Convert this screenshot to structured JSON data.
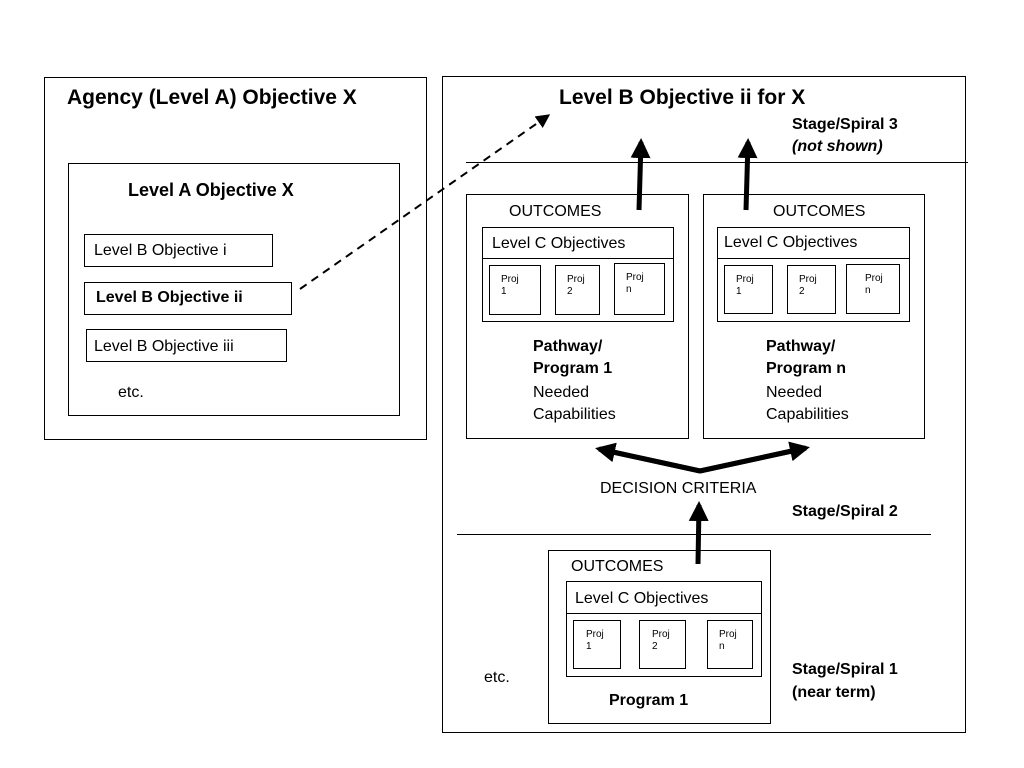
{
  "left_panel": {
    "title": "Agency (Level A) Objective X",
    "inner_title": "Level A Objective X",
    "objectives": [
      "Level B Objective i",
      "Level B Objective ii",
      "Level B Objective iii"
    ],
    "etc": "etc."
  },
  "right_panel": {
    "title": "Level B Objective ii for X",
    "stage3": {
      "label": "Stage/Spiral 3",
      "note": "(not shown)"
    },
    "stage2": {
      "label": "Stage/Spiral 2"
    },
    "stage1": {
      "label": "Stage/Spiral 1",
      "note": "(near term)"
    },
    "decision_criteria": "DECISION CRITERIA",
    "etc": "etc.",
    "pathway1": {
      "outcomes": "OUTCOMES",
      "objectives_label": "Level C Objectives",
      "projects": [
        {
          "line1": "Proj",
          "line2": "1"
        },
        {
          "line1": "Proj",
          "line2": "2"
        },
        {
          "line1": "Proj",
          "line2": "n"
        }
      ],
      "name_line1": "Pathway/",
      "name_line2": "Program 1",
      "needed_line1": "Needed",
      "needed_line2": "Capabilities"
    },
    "pathwayn": {
      "outcomes": "OUTCOMES",
      "objectives_label": "Level C Objectives",
      "projects": [
        {
          "line1": "Proj",
          "line2": "1"
        },
        {
          "line1": "Proj",
          "line2": "2"
        },
        {
          "line1": "Proj",
          "line2": "n"
        }
      ],
      "name_line1": "Pathway/",
      "name_line2": "Program n",
      "needed_line1": "Needed",
      "needed_line2": "Capabilities"
    },
    "program1": {
      "outcomes": "OUTCOMES",
      "objectives_label": "Level C Objectives",
      "projects": [
        {
          "line1": "Proj",
          "line2": "1"
        },
        {
          "line1": "Proj",
          "line2": "2"
        },
        {
          "line1": "Proj",
          "line2": "n"
        }
      ],
      "name": "Program 1"
    }
  }
}
